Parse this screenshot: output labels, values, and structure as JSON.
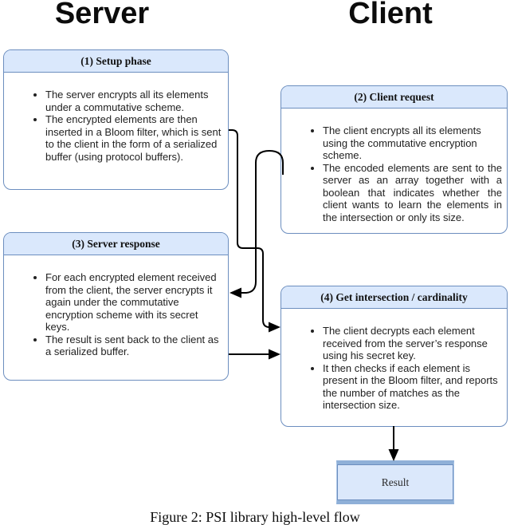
{
  "columns": [
    {
      "id": "server",
      "label": "Server"
    },
    {
      "id": "client",
      "label": "Client"
    }
  ],
  "boxes": [
    {
      "id": "setup-phase",
      "column": "server",
      "title": "(1) Setup phase",
      "bullets": [
        "The server encrypts all its elements under a commutative scheme.",
        "The encrypted elements are then inserted in a Bloom filter, which is sent to the client in the form of a serialized buffer (using protocol buffers)."
      ]
    },
    {
      "id": "client-request",
      "column": "client",
      "title": "(2) Client request",
      "bullets": [
        "The client encrypts all its elements using the commutative encryption scheme.",
        "The encoded elements are sent to the server as an array together with a boolean that indicates whether the client wants to learn the elements in the intersection or only its size."
      ]
    },
    {
      "id": "server-response",
      "column": "server",
      "title": "(3) Server response",
      "bullets": [
        "For each encrypted element received from the client, the server encrypts it again under the commutative encryption scheme with its secret keys.",
        "The result is sent back to the client as a serialized buffer."
      ]
    },
    {
      "id": "get-intersection",
      "column": "client",
      "title": "(4) Get intersection / cardinality",
      "bullets": [
        "The client decrypts each element received from the server’s response using his secret key.",
        "It then checks if each element is present in the Bloom filter, and reports the number of matches as the intersection size."
      ]
    }
  ],
  "edges": [
    {
      "from": "setup-phase",
      "to": "get-intersection"
    },
    {
      "from": "client-request",
      "to": "server-response"
    },
    {
      "from": "server-response",
      "to": "get-intersection"
    },
    {
      "from": "get-intersection",
      "to": "result"
    }
  ],
  "result": {
    "label": "Result"
  },
  "caption": "Figure 2: PSI library high-level flow",
  "colors": {
    "box_header_fill": "#dae8fc",
    "box_border": "#6c8ebf",
    "result_band": "#8fb0d8",
    "connector": "#000000",
    "text": "#222222"
  }
}
